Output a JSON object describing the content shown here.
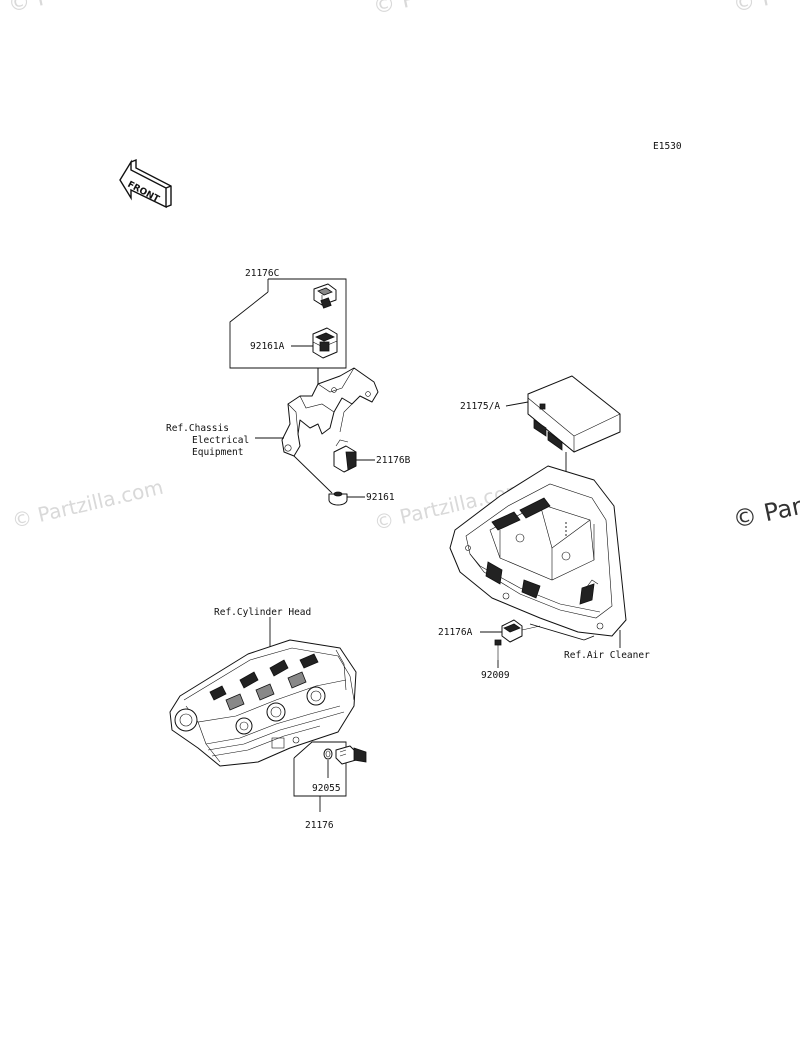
{
  "diagram_code": "E1530",
  "front_arrow_text": "FRONT",
  "watermarks": {
    "top_left": "© P",
    "top_mid": "© P",
    "top_right": "© P",
    "mid_left": "© Partzilla.com",
    "mid_center": "© Partzilla.com",
    "mid_right": "© Par"
  },
  "labels": {
    "p21176C": "21176C",
    "p92161A": "92161A",
    "ref_chassis_1": "Ref.Chassis",
    "ref_chassis_2": "Electrical",
    "ref_chassis_3": "Equipment",
    "p21176B": "21176B",
    "p92161": "92161",
    "p21175A": "21175/A",
    "p21176A": "21176A",
    "ref_air_cleaner": "Ref.Air Cleaner",
    "p92009": "92009",
    "ref_cylinder_head": "Ref.Cylinder Head",
    "p92055": "92055",
    "p21176": "21176"
  }
}
